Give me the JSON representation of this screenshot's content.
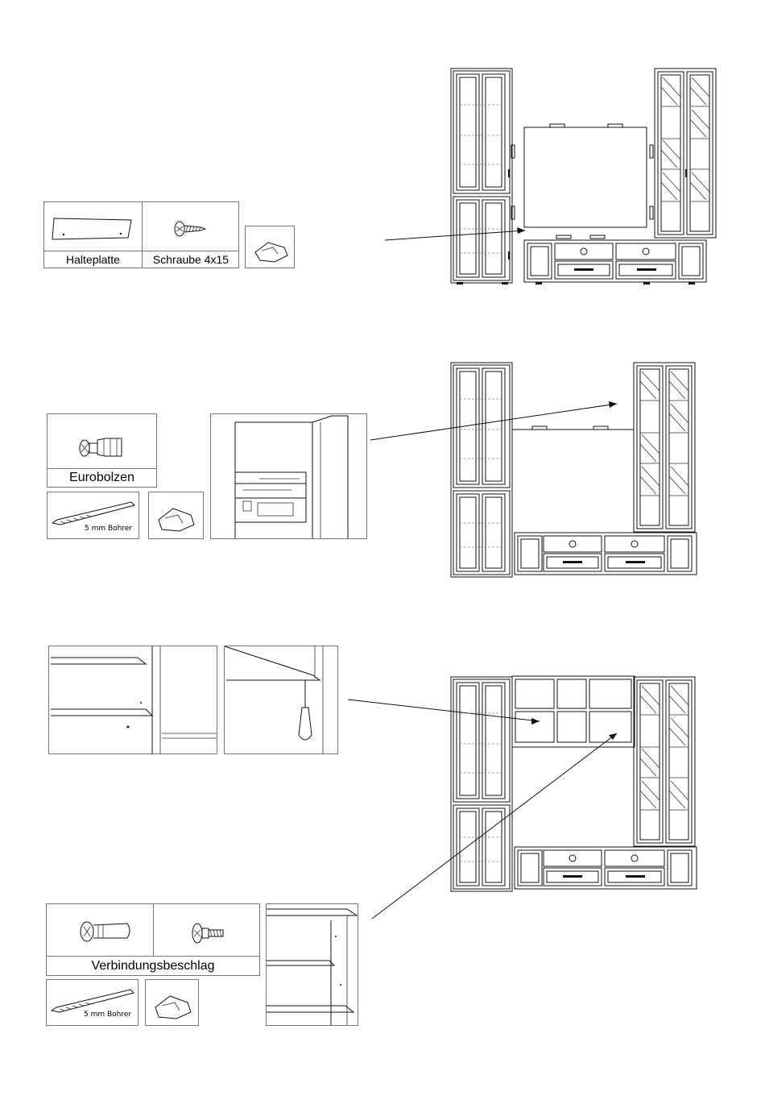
{
  "step1": {
    "parts": [
      {
        "label": "Halteplatte"
      },
      {
        "label": "Schraube 4x15"
      }
    ]
  },
  "step2": {
    "part_label": "Eurobolzen",
    "drill_label": "5 mm Bohrer"
  },
  "step3": {
    "part_label": "Verbindungsbeschlag",
    "drill_label": "5 mm Bohrer"
  },
  "colors": {
    "line": "#111111",
    "frame": "#777777"
  },
  "icons": [
    "plate-icon",
    "screw-icon",
    "screwdriver-bit-icon",
    "dowel-icon",
    "drill-bit-icon",
    "connector-icon",
    "bolt-icon",
    "screwdriver-icon"
  ]
}
